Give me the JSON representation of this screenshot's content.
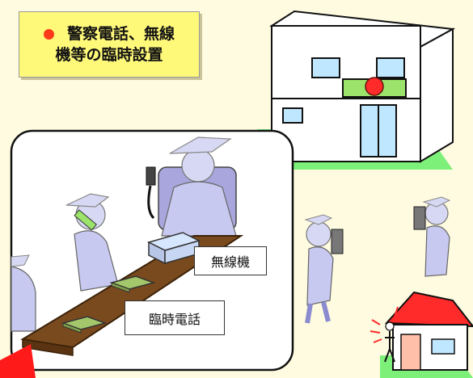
{
  "title": {
    "line1": "警察電話、無線",
    "line2": "機等の臨時設置",
    "bullet_color": "#ff3a1a",
    "box_color": "#fff97a"
  },
  "labels": {
    "radio": "無線機",
    "temp_phone": "臨時電話"
  },
  "icons": [
    "police-box-icon",
    "police-officer-icon",
    "radio-icon",
    "telephone-icon",
    "house-icon",
    "table-icon"
  ],
  "colors": {
    "background": "#fffbe0",
    "building_wall": "#ffffff",
    "building_window": "#bfe7ff",
    "building_sign": "#9be36a",
    "roof_red": "#ff2a2a",
    "figure": "#c8c9f0",
    "table": "#7a4a1f",
    "grass": "#7df07a"
  }
}
